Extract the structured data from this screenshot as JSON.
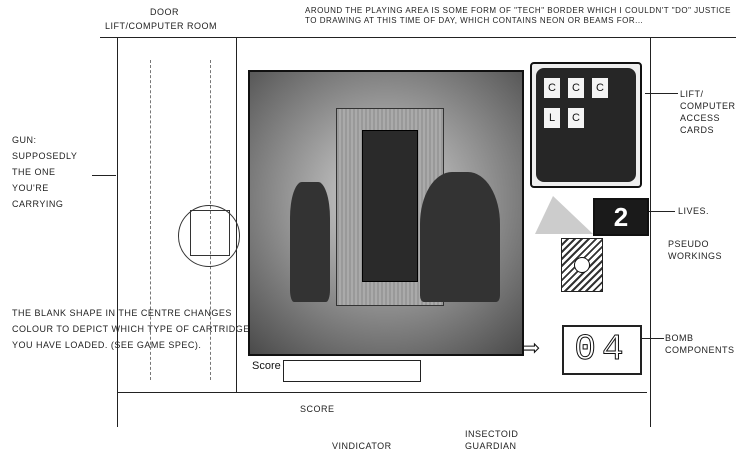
{
  "annotations": {
    "door": "Door",
    "lift_computer_room": "Lift/Computer Room",
    "border_note": "Around the playing area is some form of \"tech\" border which I couldn't \"do\" justice to drawing at this time of day, which contains neon or beams for...",
    "gun": "Gun: supposedly the one you're carrying",
    "blank_shape": "The blank shape in the centre changes colour to depict which type of cartridge you have loaded. (See game spec).",
    "access_cards": "Lift/ computer access cards",
    "lives": "Lives.",
    "pseudo_workings": "Pseudo workings",
    "bomb_components": "Bomb components",
    "score": "Score",
    "vindicator": "Vindicator",
    "insectoid_guardian": "Insectoid guardian"
  },
  "hud": {
    "access_cards": [
      "C",
      "C",
      "C",
      "L",
      "C"
    ],
    "lives": "2",
    "bomb_components": "04",
    "score_label": "Score"
  }
}
